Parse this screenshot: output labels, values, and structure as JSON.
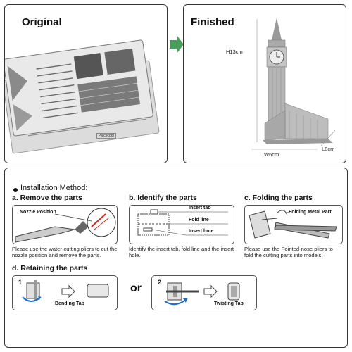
{
  "original": {
    "title": "Original",
    "sheet_code": "Piececool"
  },
  "finished": {
    "title": "Finished",
    "height": "H13cm",
    "width": "W6cm",
    "length": "L8cm"
  },
  "installation": {
    "heading": "Installation Method:",
    "a": {
      "title": "a. Remove the parts",
      "nozzle_label": "Nozzle Position",
      "caption": "Please use the water-cutting pliers to cut the nozzle position and remove the parts."
    },
    "b": {
      "title": "b. Identify the parts",
      "insert_tab": "Insert tab",
      "fold_line": "Fold line",
      "insert_hole": "Insert hole",
      "caption": "Identify the insert tab, fold line and the insert hole."
    },
    "c": {
      "title": "c. Folding the parts",
      "metal_label": "Folding Metal Part",
      "caption": "Please use the Pointed-nose pliers to fold the cutting parts into models."
    },
    "d": {
      "title": "d. Retaining the parts",
      "step1": "1",
      "bending_tab": "Bending Tab",
      "or": "or",
      "step2": "2",
      "twisting_tab": "Twisting Tab"
    }
  },
  "colors": {
    "accent": "#4a9e5c",
    "red": "#d0281e",
    "metal": "#b8b8b8"
  }
}
